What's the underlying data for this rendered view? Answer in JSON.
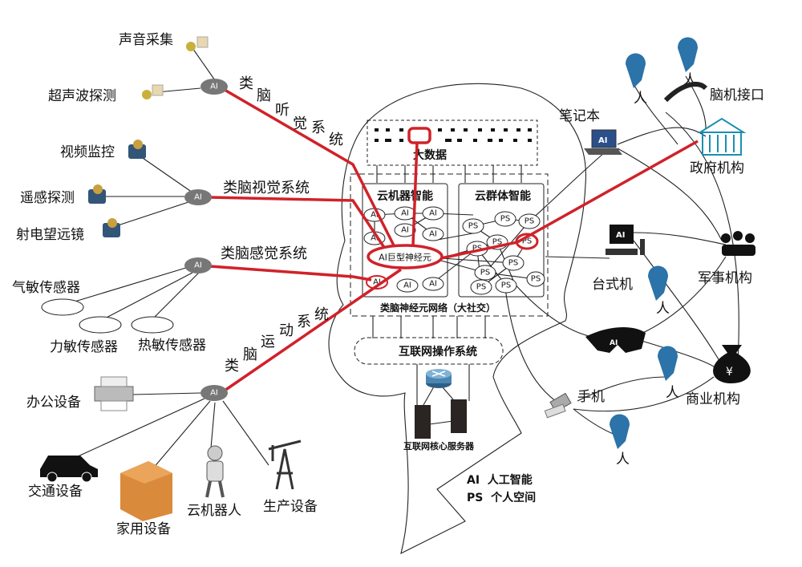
{
  "title": "类脑互联网架构示意图",
  "colors": {
    "red_link": "#d0222a",
    "ai_node": "#777777",
    "gov_icon": "#1a8fb0"
  },
  "left_inputs": {
    "hearing": [
      "声音采集",
      "超声波探测"
    ],
    "vision": [
      "视频监控",
      "遥感探测",
      "射电望远镜"
    ],
    "sensing": [
      "气敏传感器",
      "力敏传感器",
      "热敏传感器"
    ],
    "motion": [
      "办公设备",
      "交通设备",
      "家用设备",
      "云机器人",
      "生产设备"
    ]
  },
  "hub_label": "AI",
  "systems": {
    "hearing": [
      "类",
      "脑",
      "听",
      "觉",
      "系",
      "统"
    ],
    "vision": "类脑视觉系统",
    "sensing": "类脑感觉系统",
    "motion": [
      "类",
      "脑",
      "运",
      "动",
      "系",
      "统"
    ]
  },
  "center": {
    "big_data": "大数据",
    "cloud_machine": "云机器智能",
    "cloud_swarm": "云群体智能",
    "giant_neuron": "AI巨型神经元",
    "ai_node": "AI",
    "ps_node": "PS",
    "network": "类脑神经元网络（大社交）",
    "os": "互联网操作系统",
    "servers": "互联网核心服务器"
  },
  "legend": [
    "AI  人工智能",
    "PS  个人空间"
  ],
  "right": {
    "person": "人",
    "laptop": "笔记本",
    "bci": "脑机接口",
    "gov": "政府机构",
    "desktop": "台式机",
    "military": "军事机构",
    "business": "商业机构",
    "phone": "手机",
    "device_ai": "AI",
    "yen": "¥"
  }
}
